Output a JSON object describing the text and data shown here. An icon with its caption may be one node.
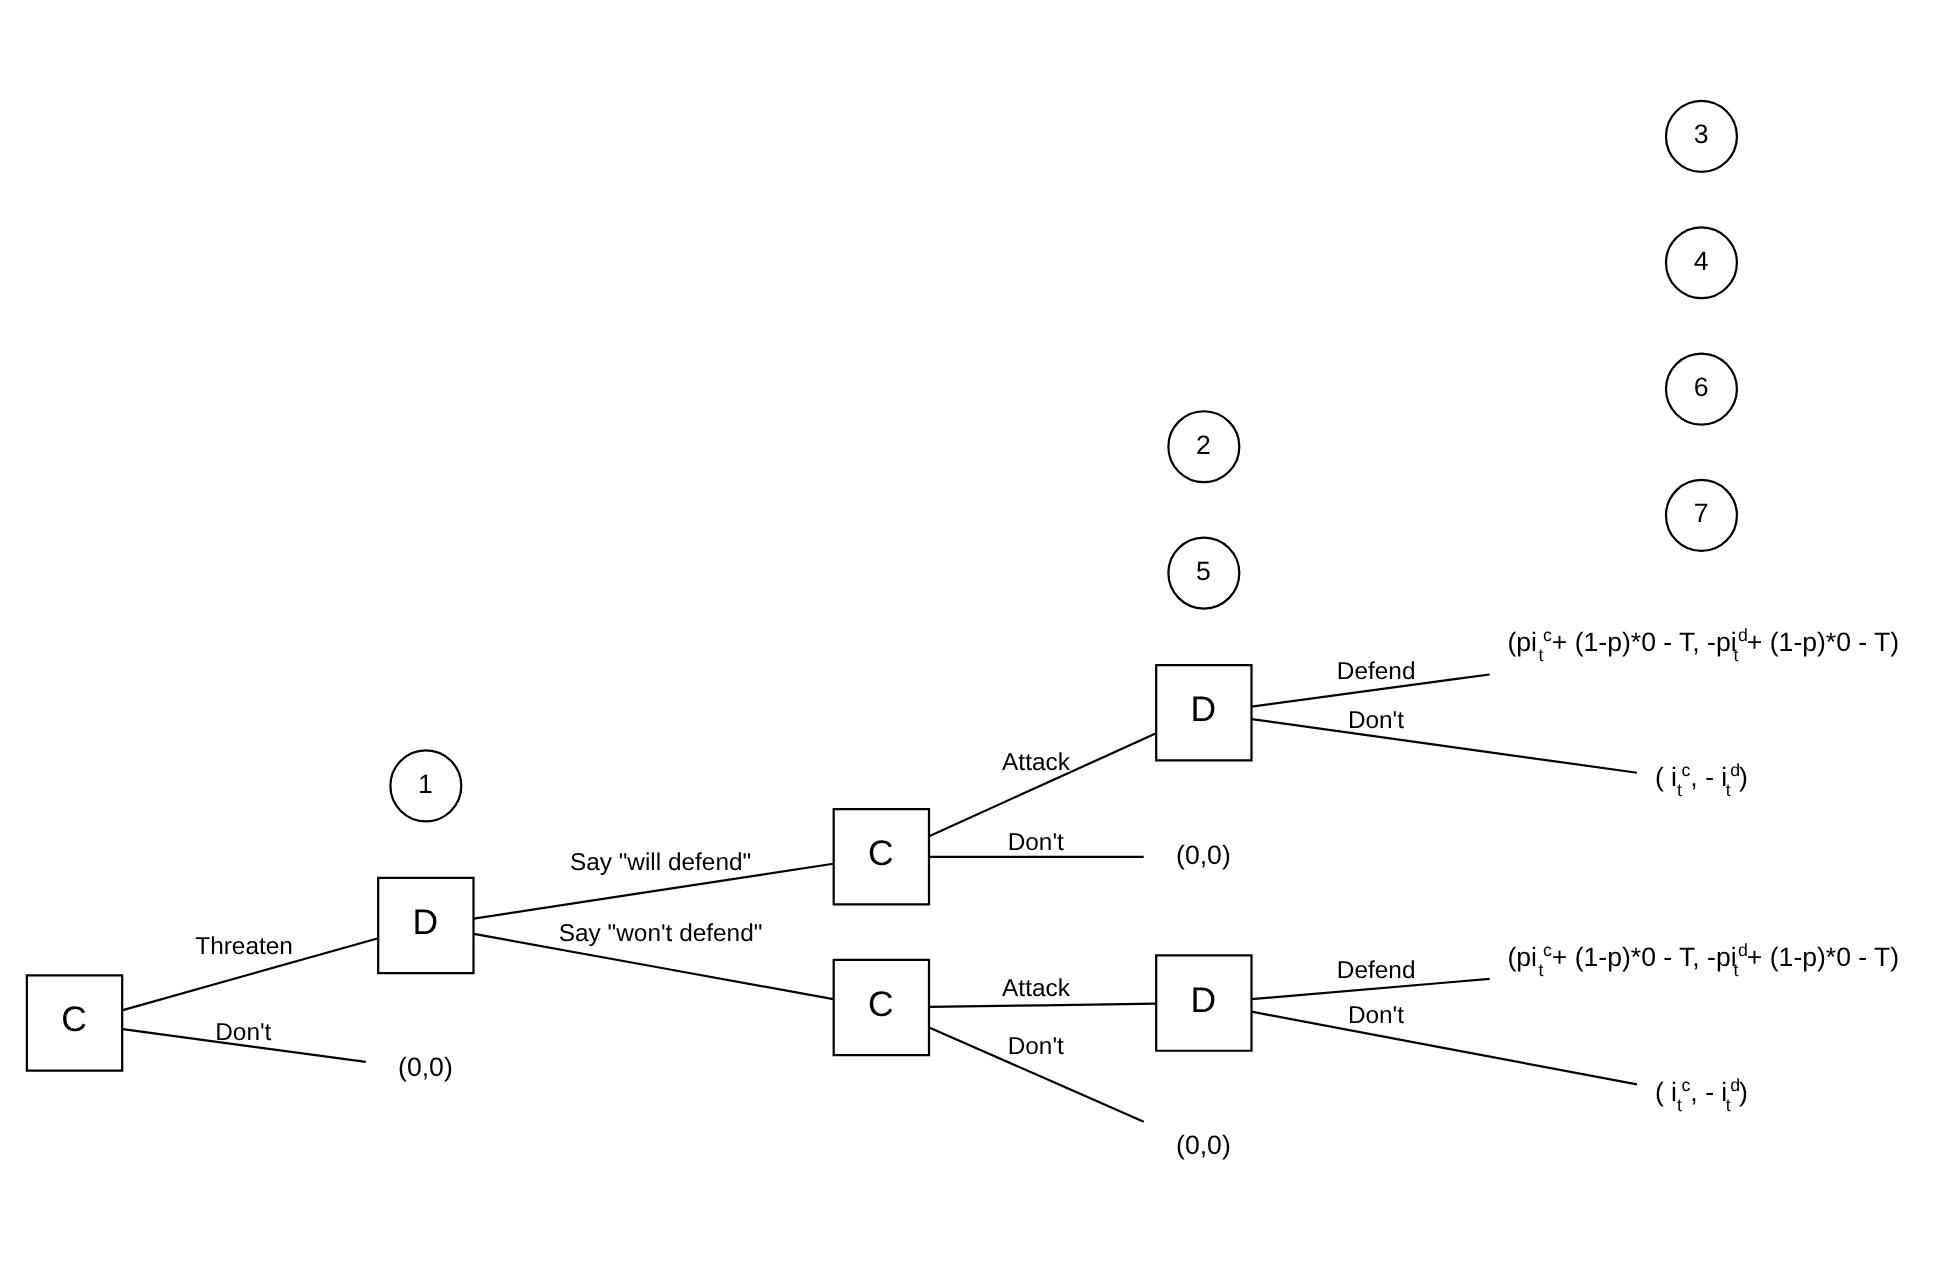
{
  "diagram": {
    "nodes": [
      {
        "text": [
          "C"
        ]
      },
      {
        "text": [
          "D"
        ]
      },
      {
        "text": [
          "C"
        ]
      },
      {
        "text": [
          "C"
        ]
      },
      {
        "text": [
          "D"
        ]
      },
      {
        "text": [
          "D"
        ]
      },
      {
        "text": [
          "(pi$_{t}$$^{c}$+ (1-p)*0 - T, -pi$_{t}$$^{d}$+ (1-p)*0 - T)"
        ]
      },
      {
        "text": [
          "( i$_{t}$$^{c}$, - i$_{t}$$^{d}$)"
        ]
      },
      {
        "text": [
          "(0,0)"
        ]
      },
      {
        "text": [
          "(pi$_{t}$$^{c}$+ (1-p)*0 - T, -pi$_{t}$$^{d}$+ (1-p)*0 - T)"
        ]
      },
      {
        "text": [
          "( i$_{t}$$^{c}$, - i$_{t}$$^{d}$)"
        ]
      },
      {
        "text": [
          "(0,0)"
        ]
      },
      {
        "text": [
          "(0,0)"
        ]
      },
      {
        "text": [
          "7"
        ]
      },
      {
        "text": [
          "6"
        ]
      },
      {
        "text": [
          "5"
        ]
      },
      {
        "text": [
          "4"
        ]
      },
      {
        "text": [
          "3"
        ]
      },
      {
        "text": [
          "2"
        ]
      },
      {
        "text": [
          "1"
        ]
      }
    ],
    "edges": [
      {
        "from": 0,
        "to": 1,
        "arrow": "none",
        "label": "Threaten"
      },
      {
        "from": 0,
        "to": 12,
        "arrow": "none",
        "label": "Don't"
      },
      {
        "from": 1,
        "to": 2,
        "arrow": "none",
        "label": "Say \"will defend\""
      },
      {
        "from": 1,
        "to": 3,
        "arrow": "none",
        "label": "Say \"won't defend\""
      },
      {
        "from": 2,
        "to": 4,
        "arrow": "none",
        "label": "Attack"
      },
      {
        "from": 2,
        "to": 8,
        "arrow": "none",
        "label": "Don't"
      },
      {
        "from": 3,
        "to": 5,
        "arrow": "none",
        "label": "Attack"
      },
      {
        "from": 3,
        "to": 11,
        "arrow": "none",
        "label": "Don't"
      },
      {
        "from": 4,
        "to": 6,
        "arrow": "none",
        "label": "Defend"
      },
      {
        "from": 4,
        "to": 7,
        "arrow": "none",
        "label": "Don't"
      },
      {
        "from": 5,
        "to": 9,
        "arrow": "none",
        "label": "Defend"
      },
      {
        "from": 5,
        "to": 10,
        "arrow": "none",
        "label": "Don't"
      }
    ]
  }
}
